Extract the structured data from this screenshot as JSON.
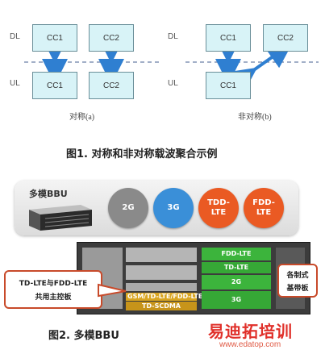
{
  "fig1": {
    "sym": {
      "dl_label": "DL",
      "ul_label": "UL",
      "cc_dl_1": "CC1",
      "cc_dl_2": "CC2",
      "cc_ul_1": "CC1",
      "cc_ul_2": "CC2",
      "caption": "对称(a)"
    },
    "asym": {
      "dl_label": "DL",
      "ul_label": "UL",
      "cc_dl_1": "CC1",
      "cc_dl_2": "CC2",
      "cc_ul_1": "CC1",
      "caption": "非对称(b)"
    },
    "caption": "图1. 对称和非对称载波聚合示例"
  },
  "fig2": {
    "title": "多模BBU",
    "techs": [
      {
        "label": "2G",
        "color": "#8a8a8a"
      },
      {
        "label": "3G",
        "color": "#3a8fd8"
      },
      {
        "label": "TDD-\nLTE",
        "color": "#ea5a23"
      },
      {
        "label": "FDD-\nLTE",
        "color": "#ea5a23"
      }
    ],
    "boards": {
      "fdd_lte": "FDD-LTE",
      "td_lte": "TD-LTE",
      "b2g": "2G",
      "b3g": "3G",
      "gsm_mix": "GSM/TD-LTE/FDD-LTE",
      "td_scdma": "TD-SCDMA"
    },
    "callout_left": {
      "line1": "TD-LTE与FDD-LTE",
      "line2": "共用主控板"
    },
    "callout_right": {
      "line1": "各制式",
      "line2": "基带板"
    },
    "caption": "图2. 多模BBU"
  },
  "watermark": {
    "brand": "易迪拓培训",
    "url": "www.edatop.com"
  },
  "colors": {
    "cc_fill": "#d8f3f7",
    "arrow_blue": "#2f7fd1",
    "callout_red": "#c84a2a",
    "board_green": "#3cb43c",
    "board_yellow": "#d9a520",
    "watermark_red": "#e0302a"
  }
}
